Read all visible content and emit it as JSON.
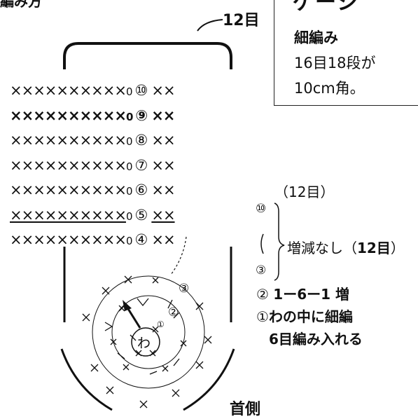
{
  "top_left_text": "編み方",
  "gauge": {
    "title": "ゲージ",
    "line1": "細編み",
    "line2": "16目18段が",
    "line3": "10cm角。"
  },
  "stitch_count_top": "12目",
  "stitch_symbol": "×",
  "chain_symbol": "0",
  "rows": [
    {
      "label": "⑩",
      "bold": false
    },
    {
      "label": "⑨",
      "bold": true
    },
    {
      "label": "⑧",
      "bold": false
    },
    {
      "label": "⑦",
      "bold": false
    },
    {
      "label": "⑥",
      "bold": false
    },
    {
      "label": "⑤",
      "bold": false
    },
    {
      "label": "④",
      "bold": false
    }
  ],
  "right_notes": {
    "count_paren": "（12目）",
    "range_top": "⑩",
    "range_bottom": "③",
    "no_change_prefix": "増減なし（",
    "no_change_count": "12目",
    "no_change_suffix": "）"
  },
  "round_notes": {
    "round2_num": "②",
    "round2_text": "1ー6ー1 増",
    "round1_num": "①",
    "round1_text": "わの中に細編",
    "round1_line2": "6目編み入れる"
  },
  "center_ring_label": "わ",
  "round_marks": [
    "③",
    "②",
    "①"
  ],
  "neck_label": "首側"
}
